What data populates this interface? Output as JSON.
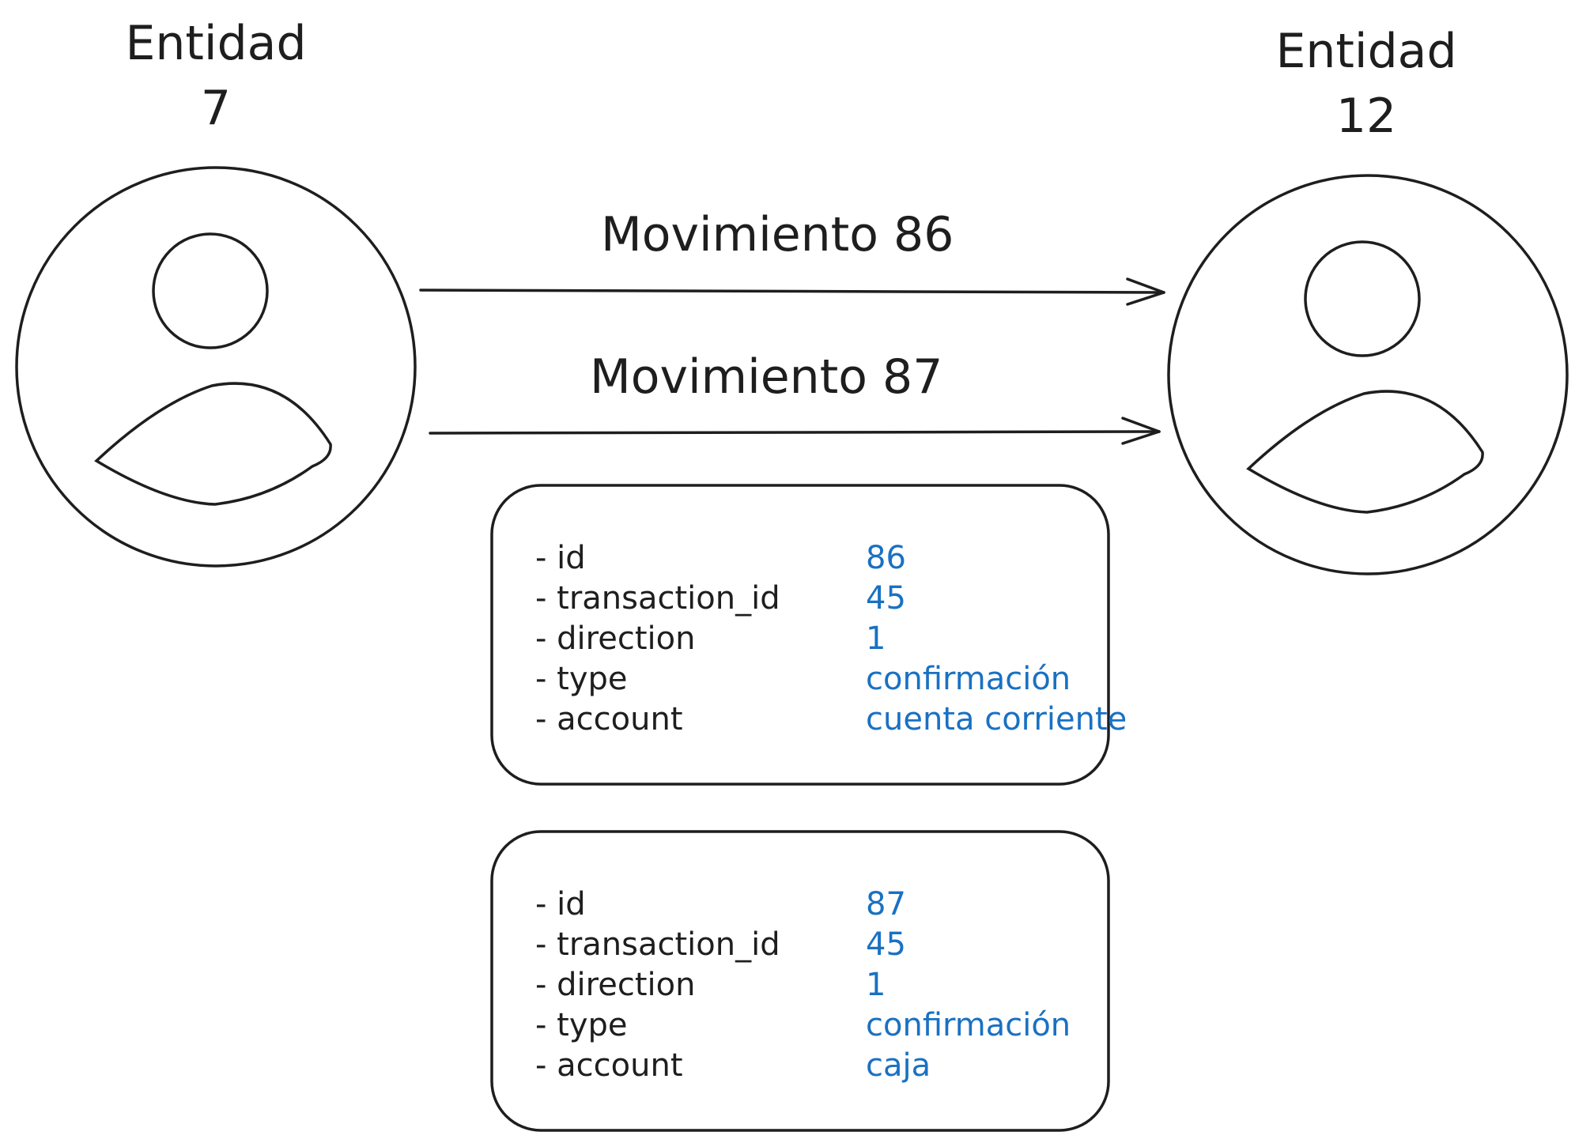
{
  "entities": [
    {
      "line1": "Entidad",
      "line2": "7"
    },
    {
      "line1": "Entidad",
      "line2": "12"
    }
  ],
  "arrows": [
    {
      "label": "Movimiento 86"
    },
    {
      "label": "Movimiento 87"
    }
  ],
  "cards": [
    {
      "rows": [
        {
          "key": "- id",
          "value": "86"
        },
        {
          "key": "- transaction_id",
          "value": "45"
        },
        {
          "key": "- direction",
          "value": "1"
        },
        {
          "key": "- type",
          "value": "confirmación"
        },
        {
          "key": "- account",
          "value": "cuenta corriente"
        }
      ]
    },
    {
      "rows": [
        {
          "key": "- id",
          "value": "87"
        },
        {
          "key": "- transaction_id",
          "value": "45"
        },
        {
          "key": "- direction",
          "value": "1"
        },
        {
          "key": "- type",
          "value": "confirmación"
        },
        {
          "key": "- account",
          "value": "caja"
        }
      ]
    }
  ],
  "colors": {
    "stroke": "#1e1e1e",
    "value_text": "#1971c2",
    "background": "#ffffff"
  },
  "icons": [
    "user-avatar-icon",
    "arrow-right-icon"
  ]
}
